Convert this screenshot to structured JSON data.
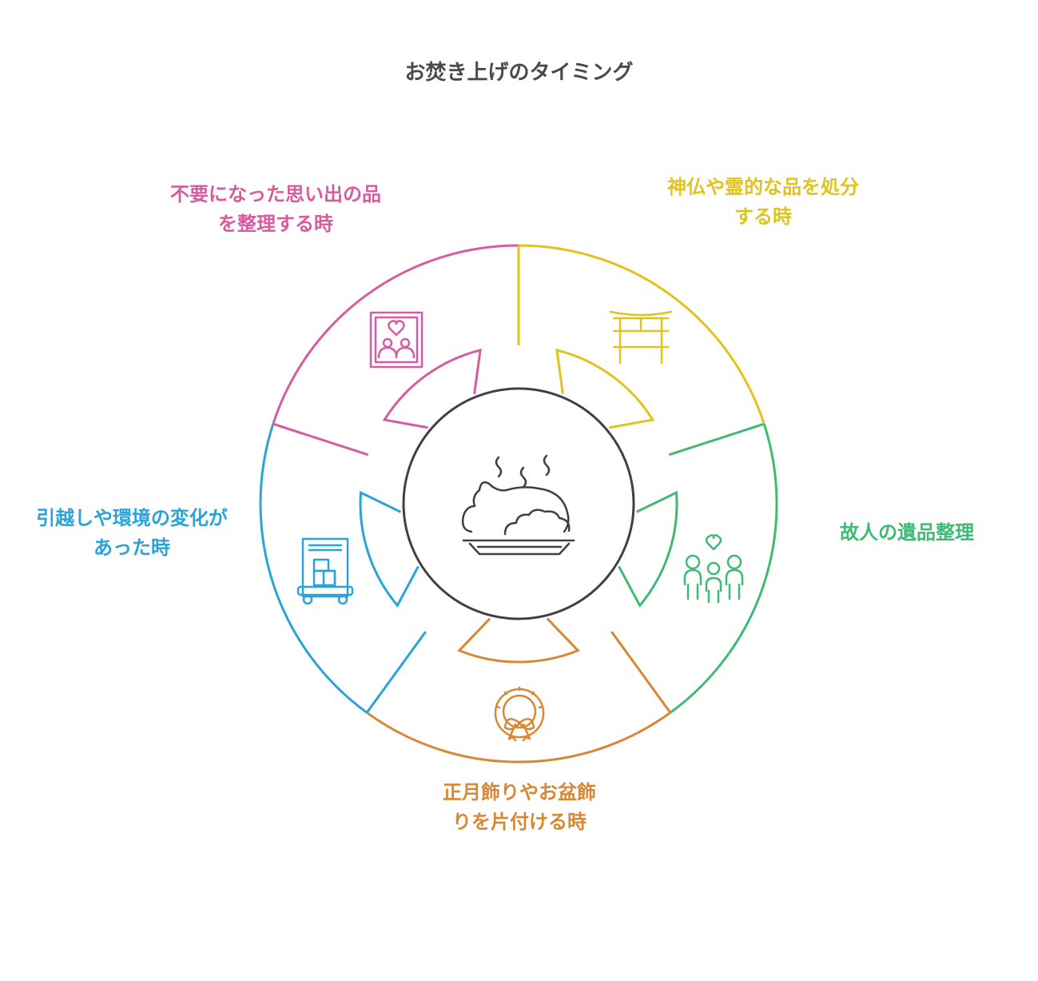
{
  "title": "お焚き上げのタイミング",
  "center_icon": "offering-food-smoke-icon",
  "segments": [
    {
      "id": "belongings",
      "lines": [
        "故人の遺品整理"
      ],
      "color": "#3dbb72",
      "icon": "family-icon"
    },
    {
      "id": "decorations",
      "lines": [
        "正月飾りやお盆飾",
        "りを片付ける時"
      ],
      "color": "#d98734",
      "icon": "wreath-icon"
    },
    {
      "id": "moving",
      "lines": [
        "引越しや環境の変化が",
        "あった時"
      ],
      "color": "#2aa3d8",
      "icon": "moving-cart-icon"
    },
    {
      "id": "memories",
      "lines": [
        "不要になった思い出の品",
        "を整理する時"
      ],
      "color": "#d85ba1",
      "icon": "photo-frame-icon"
    },
    {
      "id": "religious",
      "lines": [
        "神仏や霊的な品を処分",
        "する時"
      ],
      "color": "#e0c41b",
      "icon": "torii-gate-icon"
    }
  ],
  "center_stroke": "#404040"
}
